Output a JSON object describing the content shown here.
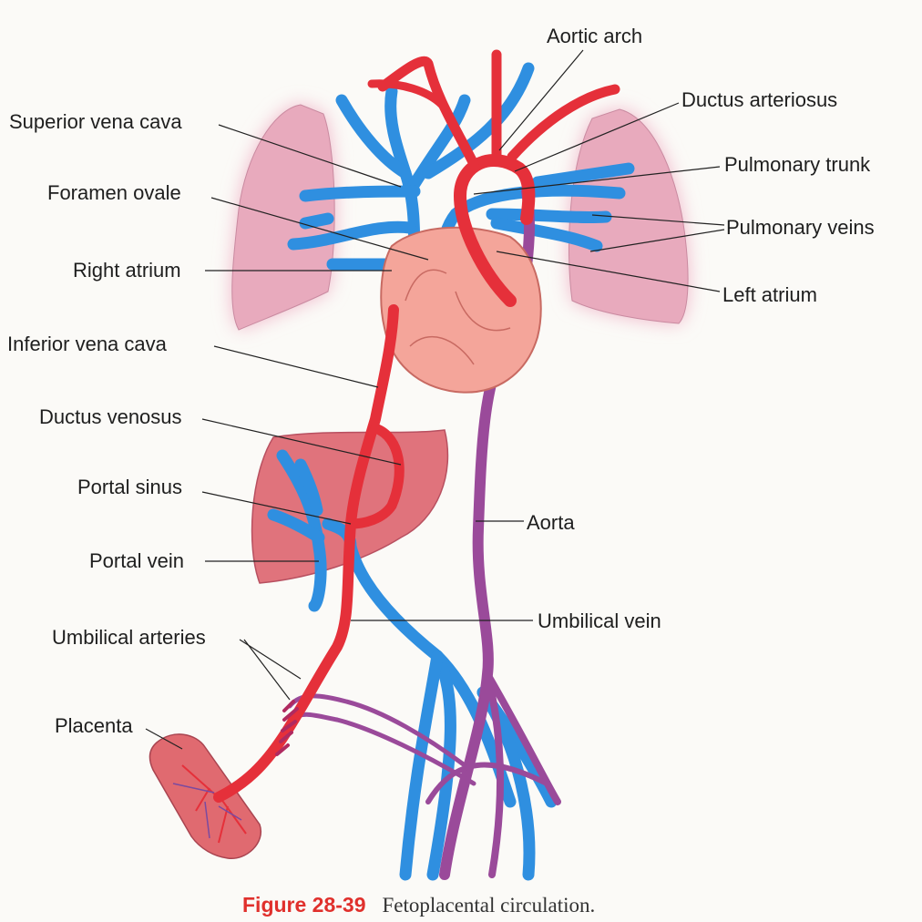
{
  "labels": {
    "aortic_arch": "Aortic arch",
    "ductus_arteriosus": "Ductus arteriosus",
    "superior_vena_cava": "Superior vena cava",
    "pulmonary_trunk": "Pulmonary trunk",
    "foramen_ovale": "Foramen ovale",
    "pulmonary_veins": "Pulmonary veins",
    "right_atrium": "Right atrium",
    "left_atrium": "Left atrium",
    "inferior_vena_cava": "Inferior vena cava",
    "ductus_venosus": "Ductus venosus",
    "portal_sinus": "Portal sinus",
    "portal_vein": "Portal vein",
    "aorta": "Aorta",
    "umbilical_vein": "Umbilical vein",
    "umbilical_arteries": "Umbilical arteries",
    "placenta": "Placenta"
  },
  "caption": {
    "figure_number": "Figure 28-39",
    "text": "Fetoplacental circulation."
  },
  "colors": {
    "oxygenated": "#e5303a",
    "deoxygenated": "#2f8fe0",
    "mixed": "#9a4a9a",
    "caption_accent": "#e0302c"
  }
}
